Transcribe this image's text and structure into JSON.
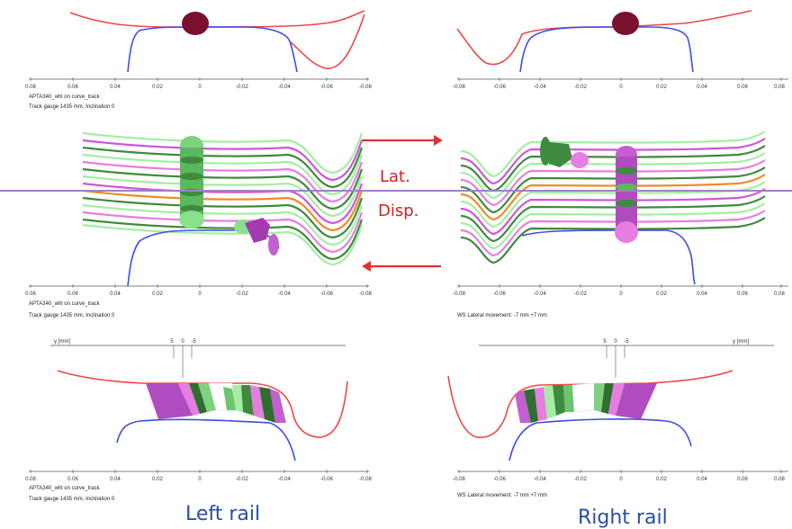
{
  "colors": {
    "rail": "#ef4646",
    "wheel": "#3c4ee6",
    "contact_dark": "#7a1030",
    "sweep_green_light": "#a4eda4",
    "sweep_green_dark": "#3e8a3e",
    "sweep_magenta": "#d055d8",
    "sweep_orange": "#f08a2a",
    "centerline": "#a27fc7",
    "annotation": "#d42020",
    "rail_label": "#2a4fa3"
  },
  "panels": {
    "top_left": {
      "ticks": [
        "0.08",
        "0.06",
        "0.04",
        "0.02",
        "0",
        "-0.02",
        "-0.04",
        "-0.06",
        "-0.08"
      ],
      "caption_line1": "APTA340_whl  on  curve_track",
      "caption_line2": "Track gauge 1435 mm, Inclination 0"
    },
    "top_right": {
      "ticks": [
        "-0.08",
        "-0.06",
        "-0.04",
        "-0.02",
        "0",
        "0.02",
        "0.04",
        "0.06",
        "0.08"
      ]
    },
    "mid_left": {
      "ticks": [
        "0.08",
        "0.06",
        "0.04",
        "0.02",
        "0",
        "-0.02",
        "-0.04",
        "-0.06",
        "-0.08"
      ],
      "caption_line1": "APTA340_whl  on  curve_track",
      "caption_line2": "Track gauge 1435 mm, Inclination 0"
    },
    "mid_right": {
      "ticks": [
        "-0.08",
        "-0.06",
        "-0.04",
        "-0.02",
        "0",
        "0.02",
        "0.04",
        "0.06",
        "0.08"
      ],
      "caption_line1": "WS Lateral movement: -7 mm +7 mm"
    },
    "bottom_left": {
      "y_axis_label": "y [mm]",
      "marker_labels": [
        "5",
        "0",
        "-5"
      ],
      "ticks": [
        "0.08",
        "0.06",
        "0.04",
        "0.02",
        "0",
        "-0.02",
        "-0.04",
        "-0.06",
        "-0.08"
      ],
      "caption_line1": "APTA340_whl  on  curve_track",
      "caption_line2": "Track gauge 1435 mm, Inclination 0"
    },
    "bottom_right": {
      "y_axis_label": "y [mm]",
      "marker_labels": [
        "5",
        "0",
        "-5"
      ],
      "ticks": [
        "-0.08",
        "-0.06",
        "-0.04",
        "-0.02",
        "0",
        "0.02",
        "0.04",
        "0.06",
        "0.08"
      ],
      "caption_line1": "WS Lateral movement: -7 mm +7 mm"
    }
  },
  "annotation": {
    "line1": "Lat.",
    "line2": "Disp."
  },
  "labels": {
    "left_rail": "Left rail",
    "right_rail": "Right rail"
  }
}
